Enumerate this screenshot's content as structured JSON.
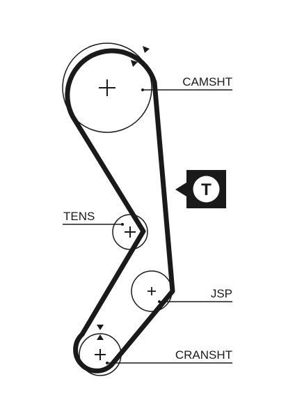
{
  "labels": {
    "camshaft": "CAMSHT",
    "tensioner": "TENS",
    "jsp": "JSP",
    "crankshaft": "CRANSHT"
  },
  "badge": {
    "letter": "T",
    "icon": "tensioner-marker-icon"
  },
  "colors": {
    "belt": "#1a1a1a",
    "pulley_stroke": "#1a1a1a",
    "background": "#ffffff"
  }
}
